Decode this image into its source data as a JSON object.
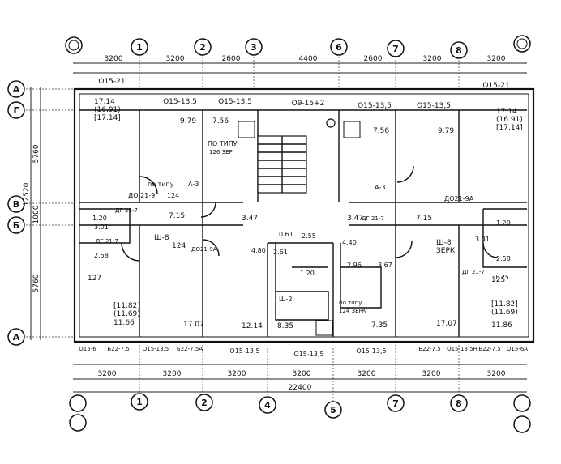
{
  "axes": {
    "top": [
      "1",
      "2",
      "3",
      "6",
      "7",
      "8"
    ],
    "bottom": [
      "1",
      "2",
      "4",
      "5",
      "7",
      "8"
    ],
    "left": [
      "А",
      "Г",
      "В",
      "Б",
      "А"
    ]
  },
  "dims": {
    "top": [
      "3200",
      "3200",
      "2600",
      "4400",
      "2600",
      "3200",
      "3200"
    ],
    "bottom": [
      "3200",
      "3200",
      "3200",
      "3200",
      "3200",
      "3200",
      "3200"
    ],
    "total_bottom": "22400",
    "left": [
      "5760",
      "12520",
      "1000",
      "5760"
    ]
  },
  "windows_top": [
    "O15-21",
    "O15-13,5",
    "O15-13,5",
    "O9-15+2",
    "O15-13,5",
    "O15-13,5",
    "O15-21"
  ],
  "windows_bottom": [
    "O15-6",
    "Б22-7,5",
    "O15-13,5",
    "Б22-7,5А",
    "O15-13,5",
    "O15-13,5",
    "O15-13,5",
    "Б22-7,5",
    "O15-13,5Н",
    "Б22-7,5",
    "O15-6А"
  ],
  "rooms": {
    "tl_area": "17.14",
    "tl_a2": "(16.91)",
    "tl_a3": "[17.14]",
    "tr_area": "17.14",
    "tr_a2": "(16.91)",
    "tr_a3": "[17.14]",
    "kitchen_l": "9.79",
    "kitchen_l2": "7.56",
    "kitchen_r": "7.56",
    "kitchen_r2": "9.79",
    "lobby_l": "3.47",
    "lobby_r": "3.47",
    "hall_l": "7.15",
    "hall_r": "7.15",
    "bl_area": "[11.82]",
    "bl_a2": "(11.69)",
    "bl_a3": "11.66",
    "br_area": "[11.82]",
    "br_a2": "(11.69)",
    "br_a3": "11.86",
    "bm1": "17.07",
    "bm2": "12.14",
    "bm3": "8.35",
    "bm4": "7.35",
    "bm5": "17.07",
    "small1": "4.80",
    "small2": "2.61",
    "small3": "0.61",
    "small4": "2.55",
    "small5": "1.20",
    "small6": "1.20",
    "small7": "2.96",
    "small8": "3.67",
    "small9": "4.40",
    "s10": "3.01",
    "s11": "2.58",
    "s12": "1.20",
    "s13": "3.01",
    "s14": "2.58",
    "s15": "1.25"
  },
  "labels": {
    "po_tipu_1": "ПО ТИПУ",
    "po_tipu_2": "126 ЗЕР",
    "po_tipu_3": "по типу",
    "po_tipu_4": "124",
    "sh8_l": "Ш-8",
    "sh8_l_n": "124",
    "sh8_r": "Ш-8",
    "sh8_r_n": "ЗЕРК",
    "a3_l": "А-3",
    "a3_r": "А-3",
    "sh2": "Ш-2",
    "n127": "127",
    "n125": "125",
    "do21_l": "ДО 21-9",
    "do21_r": "ДО21-9А",
    "door_l1": "ДГ 21-7",
    "door_l2": "ДГ 21-7",
    "door_r1": "ДГ 21-7",
    "door_r2": "ДГ 21-7",
    "do21_9a": "ДО21-9А",
    "po_tipu_5": "по типу",
    "po_tipu_6": "124 ЗЕРК"
  }
}
